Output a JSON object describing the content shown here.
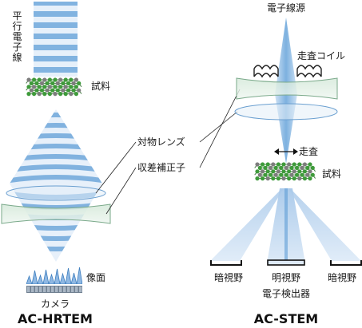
{
  "left_panel": {
    "title": "AC-HRTEM",
    "beam_label": "平行電子線",
    "sample_label": "試料",
    "image_plane_label": "像面",
    "camera_label": "カメラ"
  },
  "shared_labels": {
    "objective_lens": "対物レンズ",
    "aberration_corrector": "収差補正子"
  },
  "right_panel": {
    "title": "AC-STEM",
    "source_label": "電子線源",
    "scan_coil_label": "走査コイル",
    "scan_label": "走査",
    "sample_label": "試料",
    "dark_field_left": "暗視野",
    "bright_field": "明視野",
    "dark_field_right": "暗視野",
    "detector_label": "電子検出器"
  },
  "colors": {
    "beam_blue": "#5f9ed6",
    "beam_light": "#dcebf8",
    "lens_fill": "#e3eef8",
    "corrector_fill": "#dfeee3",
    "crystal_green": "#3e9a3a",
    "crystal_gray": "#7d7d7d"
  }
}
